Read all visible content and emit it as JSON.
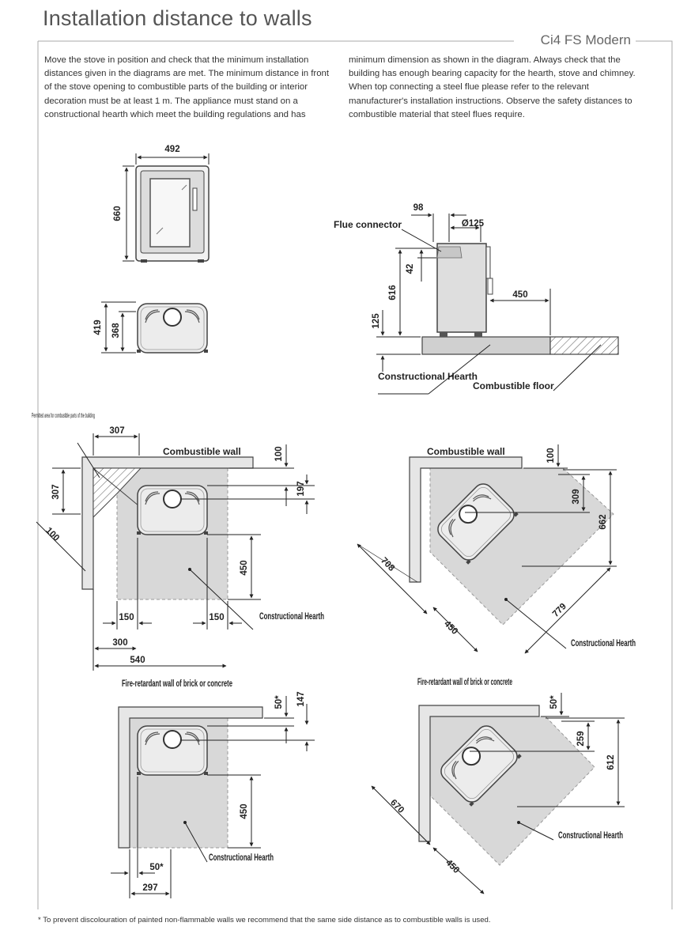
{
  "header": {
    "title": "Installation distance to walls",
    "model": "Ci4 FS Modern"
  },
  "intro": {
    "left": "Move the stove in position and check that the minimum installation distances given in the diagrams are met. The minimum distance in front of the stove opening to combustible parts of the building or interior decoration must be at least 1 m. The appliance must stand on a constructional hearth which meet the building regulations and has",
    "right": "minimum dimension as shown in the diagram.  Always check that the building has enough bearing capacity for the hearth, stove and chimney. When top connecting a steel flue please refer to the relevant manufacturer's installation instructions. Observe the safety distances to combustible material that steel flues require."
  },
  "front_view": {
    "width": "492",
    "height": "660"
  },
  "top_view": {
    "depth": "419",
    "depth_body": "368"
  },
  "side_view": {
    "flue_connector": "Flue connector",
    "flue_offset": "98",
    "flue_diameter": "Ø125",
    "flue_drop": "42",
    "flue_height": "616",
    "hearth_height": "125",
    "front_distance": "450",
    "constructional_hearth": "Constructional Hearth",
    "combustible_floor": "Combustible floor"
  },
  "diagram_a": {
    "permitted_area": "Permitted area for combustible parts of the building",
    "wall_label": "Combustible wall",
    "top_corner_width": "307",
    "side_corner_height": "307",
    "diagonal": "100",
    "back_gap": "100",
    "back_to_flue": "197",
    "front": "450",
    "side_left": "150",
    "side_right": "150",
    "side_to_wall": "300",
    "hearth_width": "540",
    "hearth_label": "Constructional Hearth"
  },
  "diagram_b": {
    "wall_label": "Combustible wall",
    "back_gap": "100",
    "to_flue": "309",
    "depth_total": "662",
    "diagonal_left": "708",
    "diagonal_right": "779",
    "front": "450",
    "hearth_label": "Constructional Hearth"
  },
  "diagram_c": {
    "wall_label": "Fire-retardant wall of brick or concrete",
    "back_gap": "50*",
    "back_to_flue": "147",
    "front": "450",
    "side_gap": "50*",
    "side_to_wall": "297",
    "hearth_label": "Constructional Hearth"
  },
  "diagram_d": {
    "wall_label": "Fire-retardant wall of brick or concrete",
    "back_gap": "50*",
    "to_flue": "259",
    "depth_total": "612",
    "diagonal_left": "670",
    "front": "450",
    "hearth_label": "Constructional Hearth"
  },
  "footnote": "* To prevent discolouration of painted non-flammable walls we recommend that the same side distance as to combustible walls is used.",
  "colors": {
    "hearth_fill": "#d6d6d6",
    "wall_fill": "#e6e6e6",
    "stove_fill": "#e9e9e9",
    "outline": "#444444"
  }
}
